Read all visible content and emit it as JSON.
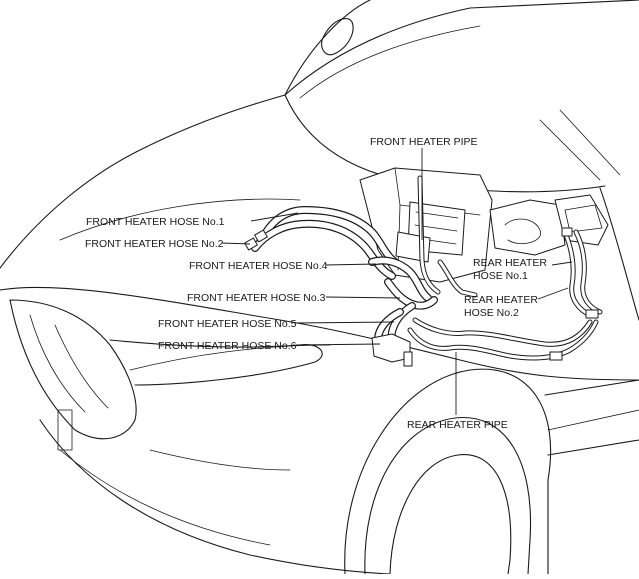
{
  "labels": {
    "front_heater_pipe": "FRONT HEATER PIPE",
    "front_heater_hose_no1": "FRONT HEATER HOSE No.1",
    "front_heater_hose_no2": "FRONT HEATER HOSE No.2",
    "front_heater_hose_no4": "FRONT HEATER HOSE No.4",
    "front_heater_hose_no3": "FRONT HEATER HOSE No.3",
    "front_heater_hose_no5": "FRONT HEATER HOSE No.5",
    "front_heater_hose_no6": "FRONT HEATER HOSE No.6",
    "rear_heater_hose_no1_line1": "REAR HEATER",
    "rear_heater_hose_no1_line2": "HOSE No.1",
    "rear_heater_hose_no2_line1": "REAR HEATER",
    "rear_heater_hose_no2_line2": "HOSE No.2",
    "rear_heater_pipe": "REAR HEATER PIPE"
  },
  "colors": {
    "line": "#1a1a1a",
    "background": "#ffffff"
  }
}
